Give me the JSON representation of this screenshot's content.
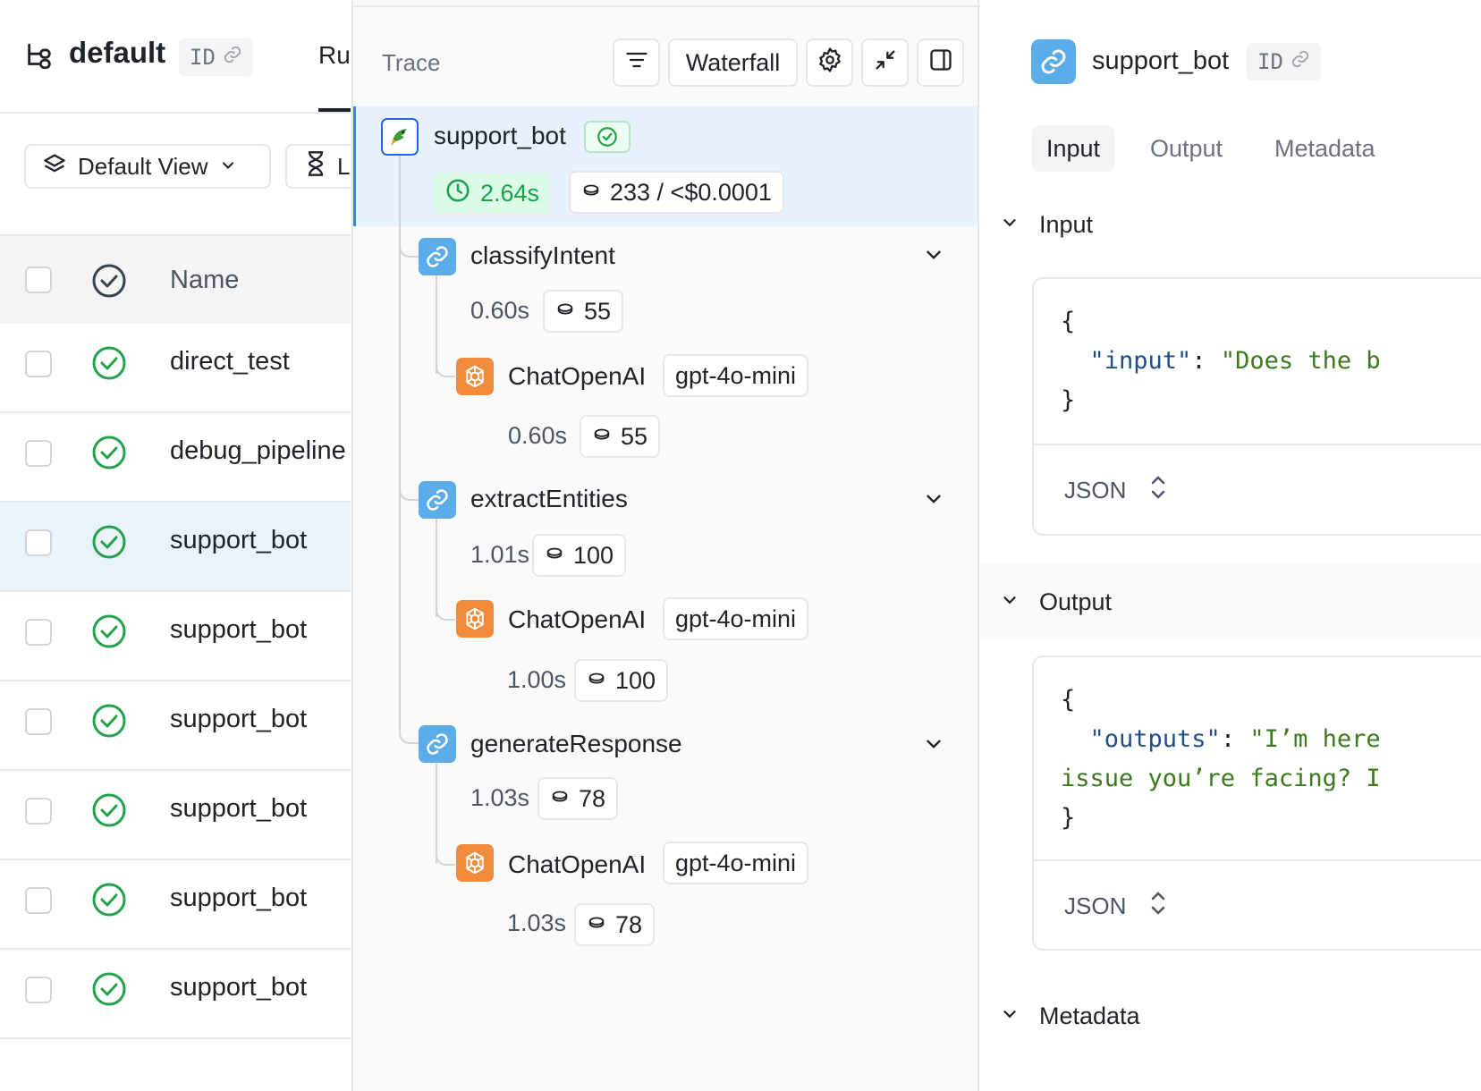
{
  "left": {
    "project_name": "default",
    "id_label": "ID",
    "runs_tab_label": "Ru",
    "view_button_label": "Default View",
    "filter_button_label": "L",
    "table": {
      "name_header": "Name",
      "rows": [
        {
          "name": "direct_test"
        },
        {
          "name": "debug_pipeline"
        },
        {
          "name": "support_bot",
          "selected": true
        },
        {
          "name": "support_bot"
        },
        {
          "name": "support_bot"
        },
        {
          "name": "support_bot"
        },
        {
          "name": "support_bot"
        },
        {
          "name": "support_bot"
        }
      ]
    }
  },
  "trace": {
    "label": "Trace",
    "waterfall_label": "Waterfall",
    "root": {
      "name": "support_bot",
      "duration": "2.64s",
      "tokens_cost": "233 / <$0.0001"
    },
    "nodes": [
      {
        "name": "classifyIntent",
        "duration": "0.60s",
        "tokens": "55",
        "child": {
          "name": "ChatOpenAI",
          "model": "gpt-4o-mini",
          "duration": "0.60s",
          "tokens": "55"
        }
      },
      {
        "name": "extractEntities",
        "duration": "1.01s",
        "tokens": "100",
        "child": {
          "name": "ChatOpenAI",
          "model": "gpt-4o-mini",
          "duration": "1.00s",
          "tokens": "100"
        }
      },
      {
        "name": "generateResponse",
        "duration": "1.03s",
        "tokens": "78",
        "child": {
          "name": "ChatOpenAI",
          "model": "gpt-4o-mini",
          "duration": "1.03s",
          "tokens": "78"
        }
      }
    ]
  },
  "detail": {
    "title": "support_bot",
    "id_label": "ID",
    "tabs": [
      "Input",
      "Output",
      "Metadata"
    ],
    "active_tab": "Input",
    "input_section": {
      "heading": "Input",
      "open_brace": "{",
      "key": "\"input\"",
      "colon": ": ",
      "value": "\"Does the b",
      "close_brace": "}",
      "format_label": "JSON"
    },
    "output_section": {
      "heading": "Output",
      "open_brace": "{",
      "key": "\"outputs\"",
      "colon": ": ",
      "value_line1": "\"I’m here",
      "value_line2": "issue you’re facing? I",
      "close_brace": "}",
      "format_label": "JSON"
    },
    "metadata_section": {
      "heading": "Metadata"
    }
  }
}
